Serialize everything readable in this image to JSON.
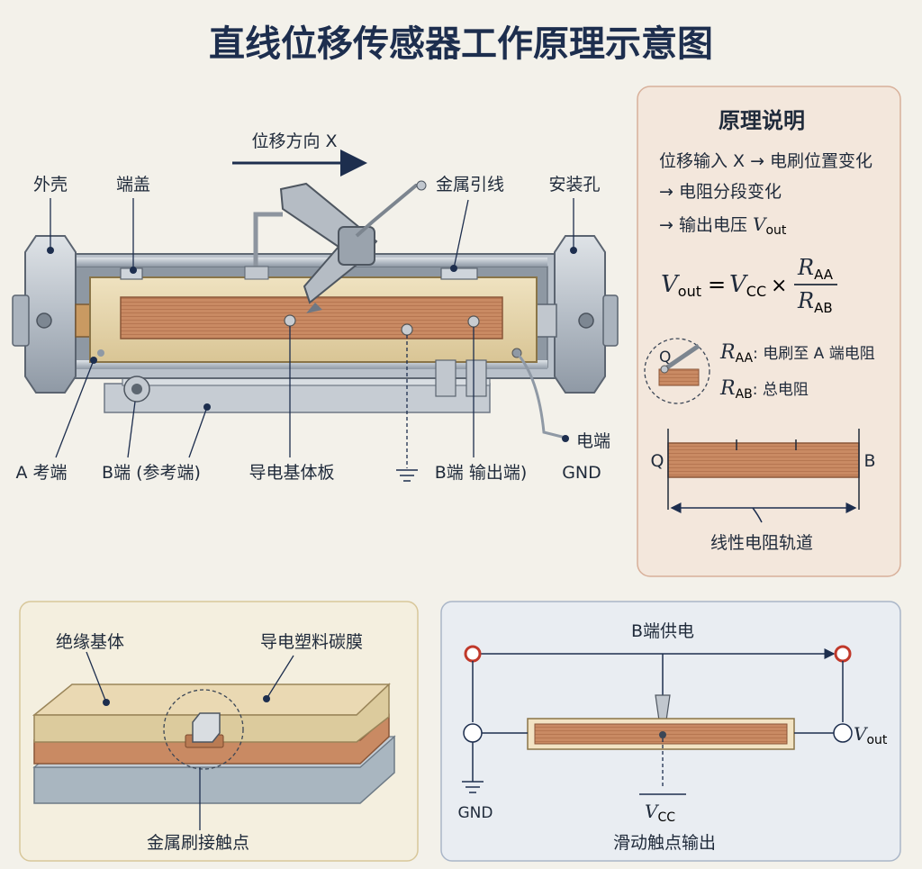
{
  "title": "直线位移传感器工作原理示意图",
  "main_diagram": {
    "direction_label": "位移方向 X",
    "labels": {
      "shell": "外壳",
      "end_cap": "端盖",
      "metal_lead": "金属引线",
      "mount_hole": "安装孔",
      "a_terminal": "A 考端",
      "b_terminal_ref": "B端 (参考端)",
      "conductive_base": "导电基体板",
      "b_terminal_out": "B端 输出端)",
      "electric_terminal": "电端",
      "gnd": "GND"
    }
  },
  "principle": {
    "heading": "原理说明",
    "line1": "位移输入 X → 电刷位置变化",
    "line2": "→ 电阻分段变化",
    "line3": "→ 输出电压 ",
    "line3_var": "V",
    "line3_sub": "out",
    "formula": {
      "lhs": "V",
      "lhs_sub": "out",
      "eq": "=",
      "vcc": "V",
      "vcc_sub": "CC",
      "times": "×",
      "num": "R",
      "num_sub": "AA",
      "den": "R",
      "den_sub": "AB"
    },
    "legend1_var": "R",
    "legend1_sub": "AA",
    "legend1_text": ": 电刷至 A 端电阻",
    "legend2_var": "R",
    "legend2_sub": "AB",
    "legend2_text": ": 总电阻",
    "inset_q": "Q",
    "track_left": "Q",
    "track_right": "B",
    "track_caption": "线性电阻轨道"
  },
  "layers": {
    "insulating_base": "绝缘基体",
    "carbon_film": "导电塑料碳膜",
    "brush_contact": "金属刷接触点"
  },
  "circuit": {
    "supply_label": "B端供电",
    "vout_var": "V",
    "vout_sub": "out",
    "vcc_var": "V",
    "vcc_sub": "CC",
    "gnd": "GND",
    "output_caption": "滑动触点输出"
  },
  "colors": {
    "resistive_track": "#c98a63",
    "base_plate": "#e6d6b0",
    "housing": "#aab3bd",
    "accent_navy": "#1d2e4e",
    "terminal_red": "#c0392b"
  }
}
